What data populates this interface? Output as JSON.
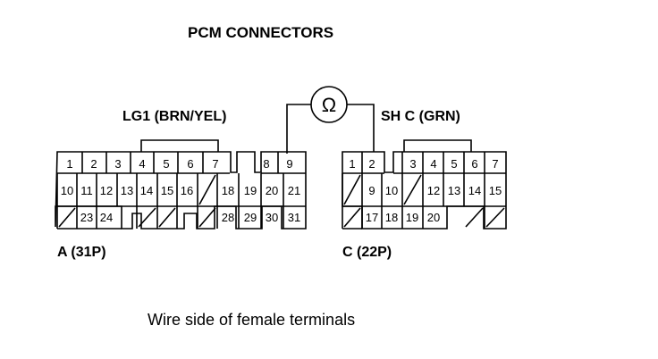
{
  "title": "PCM CONNECTORS",
  "footer": "Wire side of female terminals",
  "meter_symbol": "Ω",
  "connector_a": {
    "name": "A (31P)",
    "probe_label": "LG1 (BRN/YEL)",
    "rows": [
      [
        "1",
        "2",
        "3",
        "4",
        "5",
        "6",
        "7",
        "",
        "8",
        "9"
      ],
      [
        "10",
        "11",
        "12",
        "13",
        "14",
        "15",
        "16",
        "",
        "18",
        "19",
        "20",
        "21"
      ],
      [
        "",
        "23",
        "24",
        "",
        "",
        "",
        "",
        "",
        "28",
        "29",
        "30",
        "31"
      ]
    ]
  },
  "connector_c": {
    "name": "C (22P)",
    "probe_label": "SH C (GRN)",
    "rows": [
      [
        "1",
        "2",
        "",
        "3",
        "4",
        "5",
        "6",
        "7"
      ],
      [
        "",
        "9",
        "10",
        "",
        "12",
        "13",
        "14",
        "15"
      ],
      [
        "",
        "17",
        "18",
        "19",
        "20",
        "",
        "",
        ""
      ]
    ]
  }
}
